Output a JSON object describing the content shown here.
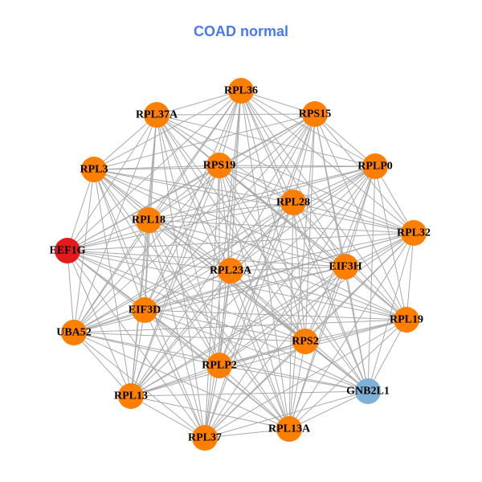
{
  "title": "COAD normal",
  "colors": {
    "default": "#ff7f00",
    "highlight": "#e41a1c",
    "other": "#7fb1d6",
    "edge": "#aaaaaa",
    "title": "#4a78f0"
  },
  "nodes": [
    {
      "id": "RPL36",
      "group": "default"
    },
    {
      "id": "RPL37A",
      "group": "default"
    },
    {
      "id": "RPS15",
      "group": "default"
    },
    {
      "id": "RPL3",
      "group": "default"
    },
    {
      "id": "RPS19",
      "group": "default"
    },
    {
      "id": "RPLP0",
      "group": "default"
    },
    {
      "id": "RPL28",
      "group": "default"
    },
    {
      "id": "RPL18",
      "group": "default"
    },
    {
      "id": "RPL32",
      "group": "default"
    },
    {
      "id": "EEF1G",
      "group": "highlight"
    },
    {
      "id": "EIF3H",
      "group": "default"
    },
    {
      "id": "RPL23A",
      "group": "default"
    },
    {
      "id": "EIF3D",
      "group": "default"
    },
    {
      "id": "UBA52",
      "group": "default"
    },
    {
      "id": "RPL19",
      "group": "default"
    },
    {
      "id": "RPS2",
      "group": "default"
    },
    {
      "id": "RPLP2",
      "group": "default"
    },
    {
      "id": "GNB2L1",
      "group": "other"
    },
    {
      "id": "RPL13",
      "group": "default"
    },
    {
      "id": "RPL13A",
      "group": "default"
    },
    {
      "id": "RPL37",
      "group": "default"
    }
  ],
  "edges": "all-pairs"
}
